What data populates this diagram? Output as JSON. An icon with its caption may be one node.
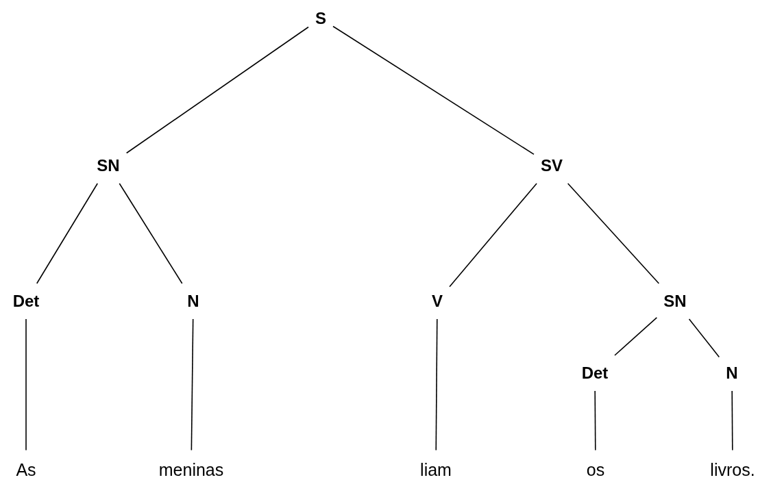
{
  "diagram": {
    "nodes": [
      {
        "text": [
          "S"
        ]
      },
      {
        "text": [
          "SN"
        ]
      },
      {
        "text": [
          "SV"
        ]
      },
      {
        "text": [
          "Det"
        ]
      },
      {
        "text": [
          "N"
        ]
      },
      {
        "text": [
          "V"
        ]
      },
      {
        "text": [
          "SN"
        ]
      },
      {
        "text": [
          "Det"
        ]
      },
      {
        "text": [
          "N"
        ]
      },
      {
        "text": [
          "As"
        ]
      },
      {
        "text": [
          "meninas"
        ]
      },
      {
        "text": [
          "liam"
        ]
      },
      {
        "text": [
          "os"
        ]
      },
      {
        "text": [
          "livros."
        ]
      }
    ],
    "edges": [
      {
        "from": 0,
        "to": 1,
        "arrow": "none"
      },
      {
        "from": 0,
        "to": 2,
        "arrow": "none"
      },
      {
        "from": 1,
        "to": 3,
        "arrow": "none"
      },
      {
        "from": 1,
        "to": 4,
        "arrow": "none"
      },
      {
        "from": 2,
        "to": 5,
        "arrow": "none"
      },
      {
        "from": 2,
        "to": 6,
        "arrow": "none"
      },
      {
        "from": 6,
        "to": 7,
        "arrow": "none"
      },
      {
        "from": 6,
        "to": 8,
        "arrow": "none"
      },
      {
        "from": 3,
        "to": 9,
        "arrow": "none"
      },
      {
        "from": 4,
        "to": 10,
        "arrow": "none"
      },
      {
        "from": 5,
        "to": 11,
        "arrow": "none"
      },
      {
        "from": 7,
        "to": 12,
        "arrow": "none"
      },
      {
        "from": 8,
        "to": 13,
        "arrow": "none"
      }
    ]
  }
}
